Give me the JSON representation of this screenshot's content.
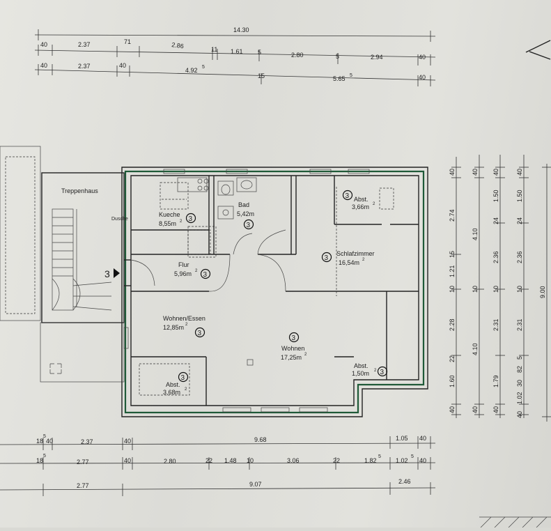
{
  "dims_top": {
    "overall": "14.30",
    "row1": [
      "40",
      "2.37",
      "71",
      "2.86",
      "11",
      "1.61",
      "5",
      "2.80",
      "5",
      "2.94",
      "40"
    ],
    "row2": [
      "40",
      "2.37",
      "40",
      "4.92",
      "5",
      "15",
      "5.65",
      "5",
      "40"
    ]
  },
  "dims_bottom": {
    "row1": [
      "18",
      "5",
      "40",
      "2.37",
      "40",
      "9.68",
      "1.05",
      "40"
    ],
    "row2": [
      "18",
      "5",
      "2.77",
      "40",
      "2.80",
      "22",
      "1.48",
      "10",
      "3.06",
      "22",
      "1.82",
      "5",
      "1.02",
      "5",
      "40"
    ],
    "row3": [
      "2.77",
      "9.07",
      "2.46"
    ]
  },
  "dims_right": {
    "col1": [
      "40",
      "2.74",
      "15",
      "1.21",
      "10",
      "2.28",
      "22",
      "1.60",
      "40"
    ],
    "col2": [
      "40",
      "4.10",
      "10",
      "4.10",
      "40"
    ],
    "col3": [
      "40",
      "1.50",
      "24",
      "2.36",
      "10",
      "2.31",
      "1.79",
      "40"
    ],
    "col4": [
      "40",
      "1.50",
      "24",
      "2.36",
      "10",
      "2.31",
      "5",
      "82",
      "30",
      "1.02",
      "40"
    ],
    "overall": "9.00"
  },
  "rooms": {
    "treppenhaus": "Treppenhaus",
    "kueche": {
      "name": "Kueche",
      "area": "8,55m",
      "sup": "2",
      "mark": "3"
    },
    "dusche": "Dusche",
    "bad": {
      "name": "Bad",
      "area": "5,42m",
      "mark": "3"
    },
    "abst_top": {
      "name": "Abst.",
      "area": "3,66m",
      "sup": "2",
      "mark": "3"
    },
    "schlafzimmer": {
      "name": "Schlafzimmer",
      "area": "16,54m",
      "sup": "2",
      "mark": "3"
    },
    "flur": {
      "name": "Flur",
      "area": "5,96m",
      "sup": "2",
      "mark": "3"
    },
    "wohnen_essen": {
      "name": "Wohnen/Essen",
      "area": "12,85m",
      "sup": "2",
      "mark": "3"
    },
    "wohnen": {
      "name": "Wohnen",
      "area": "17,25m",
      "sup": "2",
      "mark": "3"
    },
    "abst_right": {
      "name": "Abst.",
      "area": "1,50m",
      "sup": "2",
      "mark": "3"
    },
    "abst_bottom": {
      "name": "Abst.",
      "area": "3,68m",
      "sup": "2",
      "mark": "3"
    }
  },
  "entrance_marker": "3",
  "colors": {
    "outline": "#1f5a38",
    "lines": "#222222",
    "paper": "#e2e2dd"
  }
}
